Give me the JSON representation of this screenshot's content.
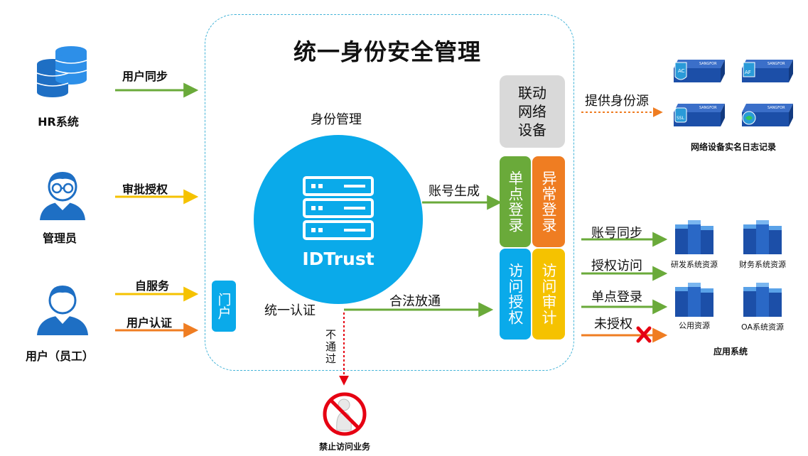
{
  "title": "统一身份安全管理",
  "sources": {
    "hr": {
      "label": "HR系统",
      "arrow": "用户同步"
    },
    "admin": {
      "label": "管理员",
      "arrow": "审批授权"
    },
    "user": {
      "label": "用户（员工）",
      "arrow_self_service": "自服务",
      "arrow_auth": "用户认证"
    }
  },
  "core": {
    "identity_mgmt": "身份管理",
    "product": "IDTrust",
    "portal": "门户",
    "unified_auth": "统一认证",
    "not_pass": "不通过",
    "account_gen": "账号生成",
    "legal_pass": "合法放通"
  },
  "modules": {
    "linkage": "联动网络设备",
    "sso": "单点登录",
    "abnormal_login": "异常登录",
    "access_auth": "访问授权",
    "access_audit": "访问审计"
  },
  "network": {
    "arrow": "提供身份源",
    "caption": "网络设备实名日志记录",
    "devices": [
      {
        "badge": "AC",
        "brand": "SANGFOR"
      },
      {
        "badge": "AF",
        "brand": "SANGFOR"
      },
      {
        "badge": "SSL",
        "brand": "SANGFOR"
      },
      {
        "badge": "",
        "brand": "SANGFOR"
      }
    ]
  },
  "apps": {
    "arrows": [
      "账号同步",
      "授权访问",
      "单点登录",
      "未授权"
    ],
    "systems": [
      "研发系统资源",
      "财务系统资源",
      "公用资源",
      "OA系统资源"
    ],
    "caption": "应用系统"
  },
  "forbidden": {
    "caption": "禁止访问业务"
  },
  "colors": {
    "blue": "#0aaaea",
    "green": "#6aaa3a",
    "orange": "#ef7d22",
    "yellow": "#f5c200",
    "grey": "#d9d9d9",
    "red": "#e60012"
  }
}
